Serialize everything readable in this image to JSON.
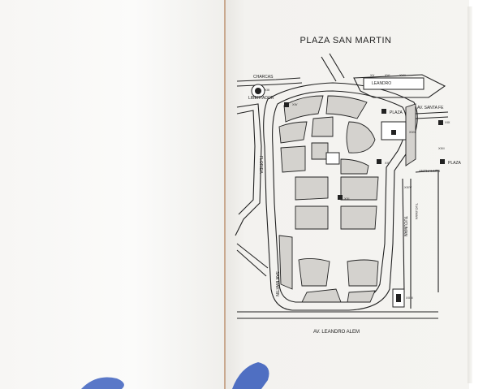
{
  "map": {
    "title": "PLAZA SAN MARTIN",
    "labels": {
      "charcas": "CHARCAS",
      "florida": "FLORIDA",
      "alem": "AV. LEANDRO ALEM",
      "santa_fe": "AV. SANTA FE",
      "tucuman": "TUCUMAN",
      "libertador": "LIBERTADOR",
      "leandro": "LEANDRO",
      "sanmartin": "SAN MARTIN",
      "plaza1": "PLAZA",
      "plaza2": "PLAZA",
      "rivadavia": "TUCUMAN",
      "corner": "ANTHALLES",
      "num1": "XIII",
      "num2": "XIV",
      "num3": "XV",
      "num4": "XVI",
      "num5": "XVII",
      "num6": "XVIII",
      "num7": "XIX",
      "num8": "XX",
      "num9": "XXI",
      "num10": "XXII",
      "num11": "XXIII",
      "num12": "XXIV"
    }
  }
}
